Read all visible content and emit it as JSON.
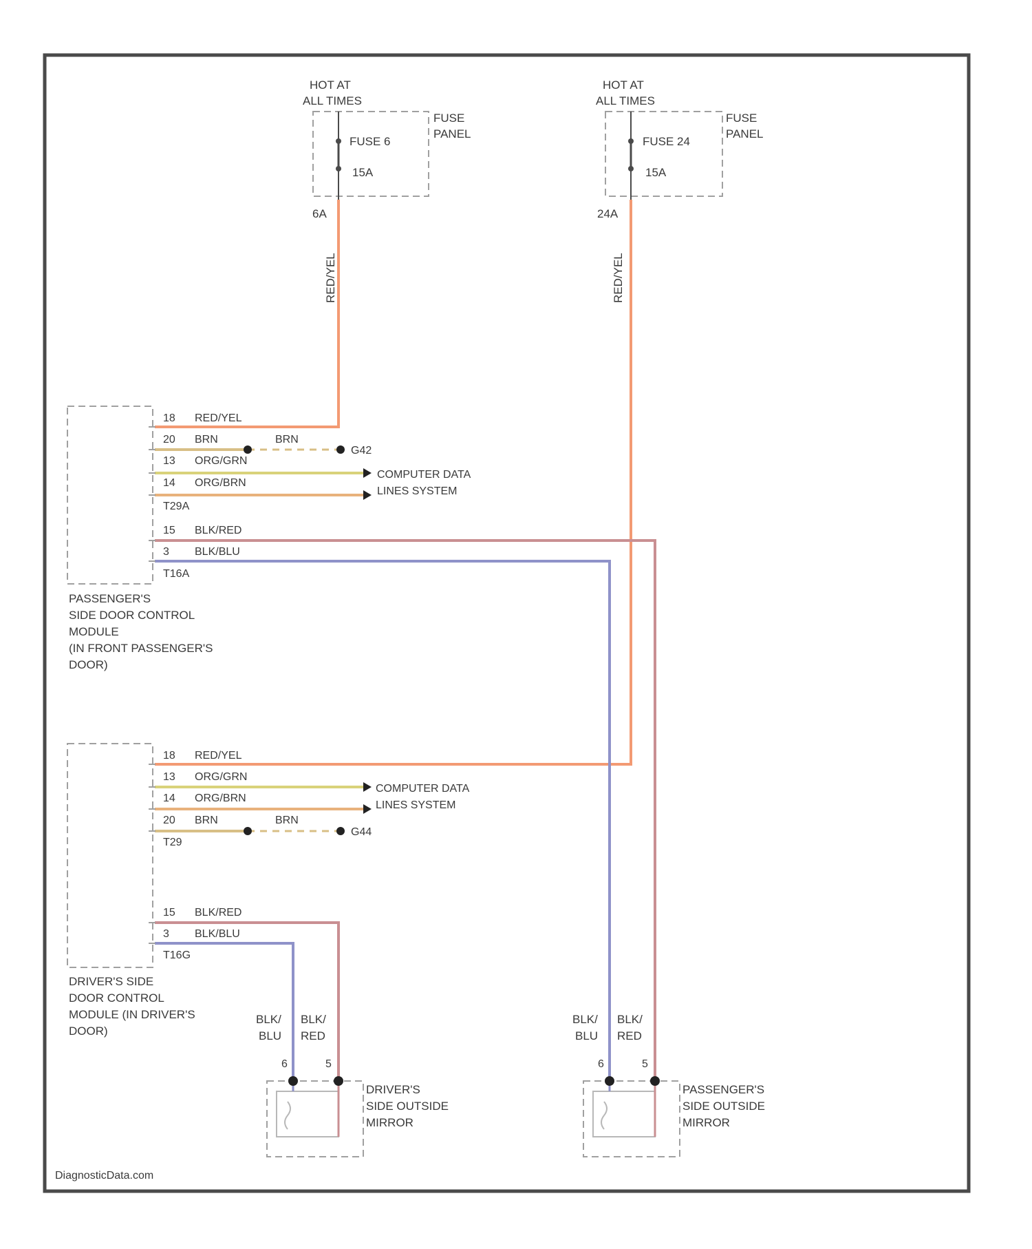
{
  "colors": {
    "frame": "#4a4a4a",
    "red_yel": "#f39a73",
    "brn": "#d8bf86",
    "org_grn": "#d9d27a",
    "org_brn": "#e8b27c",
    "blk_red": "#c98f92",
    "blk_blu": "#8f92c9",
    "dashed_box": "#a0a0a0"
  },
  "fuse_left": {
    "hot": [
      "HOT AT",
      "ALL TIMES"
    ],
    "fuse": "FUSE 6",
    "amp": "15A",
    "panel": [
      "FUSE",
      "PANEL"
    ],
    "circuit": "6A",
    "wire": "RED/YEL"
  },
  "fuse_right": {
    "hot": [
      "HOT AT",
      "ALL TIMES"
    ],
    "fuse": "FUSE 24",
    "amp": "15A",
    "panel": [
      "FUSE",
      "PANEL"
    ],
    "circuit": "24A",
    "wire": "RED/YEL"
  },
  "pass_module": {
    "pins": [
      {
        "num": "18",
        "wire": "RED/YEL"
      },
      {
        "num": "20",
        "wire": "BRN",
        "wire2": "BRN",
        "ground": "G42"
      },
      {
        "num": "13",
        "wire": "ORG/GRN"
      },
      {
        "num": "14",
        "wire": "ORG/BRN"
      },
      {
        "num": "15",
        "wire": "BLK/RED"
      },
      {
        "num": "3",
        "wire": "BLK/BLU"
      }
    ],
    "connectors": [
      "T29A",
      "T16A"
    ],
    "data_label": [
      "COMPUTER DATA",
      "LINES SYSTEM"
    ],
    "name": [
      "PASSENGER'S",
      "SIDE DOOR CONTROL",
      "MODULE",
      "(IN FRONT PASSENGER'S",
      "DOOR)"
    ]
  },
  "driver_module": {
    "pins": [
      {
        "num": "18",
        "wire": "RED/YEL"
      },
      {
        "num": "13",
        "wire": "ORG/GRN"
      },
      {
        "num": "14",
        "wire": "ORG/BRN"
      },
      {
        "num": "20",
        "wire": "BRN",
        "wire2": "BRN",
        "ground": "G44"
      },
      {
        "num": "15",
        "wire": "BLK/RED"
      },
      {
        "num": "3",
        "wire": "BLK/BLU"
      }
    ],
    "connectors": [
      "T29",
      "T16G"
    ],
    "data_label": [
      "COMPUTER DATA",
      "LINES SYSTEM"
    ],
    "name": [
      "DRIVER'S SIDE",
      "DOOR CONTROL",
      "MODULE (IN DRIVER'S",
      "DOOR)"
    ]
  },
  "driver_mirror": {
    "wire_a": [
      "BLK/",
      "BLU"
    ],
    "wire_b": [
      "BLK/",
      "RED"
    ],
    "pin_a": "6",
    "pin_b": "5",
    "name": [
      "DRIVER'S",
      "SIDE OUTSIDE",
      "MIRROR"
    ]
  },
  "pass_mirror": {
    "wire_a": [
      "BLK/",
      "BLU"
    ],
    "wire_b": [
      "BLK/",
      "RED"
    ],
    "pin_a": "6",
    "pin_b": "5",
    "name": [
      "PASSENGER'S",
      "SIDE OUTSIDE",
      "MIRROR"
    ]
  },
  "footer": "DiagnosticData.com"
}
